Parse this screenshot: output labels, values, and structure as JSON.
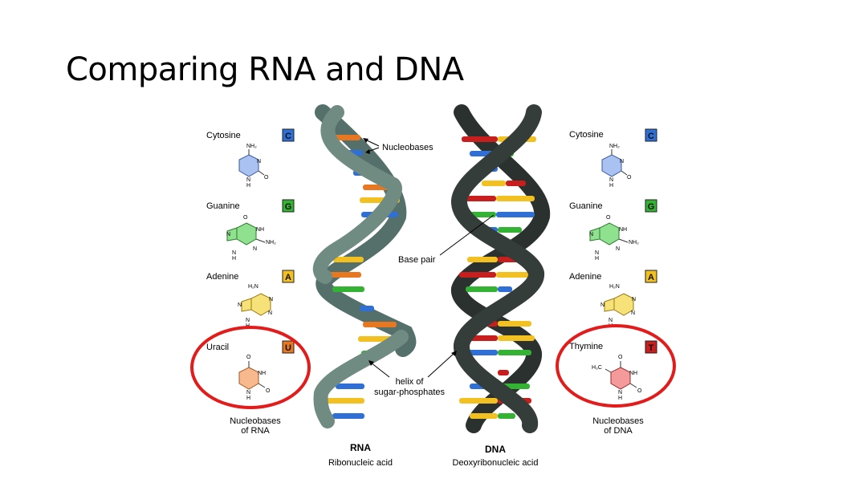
{
  "slide": {
    "title": "Comparing RNA and DNA"
  },
  "colors": {
    "cytosine": "#2f6fd6",
    "guanine": "#33b233",
    "adenine": "#f2c020",
    "uracil": "#e87722",
    "thymine": "#c81e1e",
    "rna_backbone": "#6f8b82",
    "dna_backbone": "#353d3a",
    "highlight_circle": "#e31b1b"
  },
  "left_panel": {
    "caption_line1": "Nucleobases",
    "caption_line2": "of RNA",
    "bases": [
      {
        "name": "Cytosine",
        "letter": "C",
        "atoms": [
          "NH₂",
          "N",
          "N",
          "H",
          "O"
        ]
      },
      {
        "name": "Guanine",
        "letter": "G",
        "atoms": [
          "O",
          "NH",
          "N",
          "N",
          "H",
          "N",
          "NH₂"
        ]
      },
      {
        "name": "Adenine",
        "letter": "A",
        "atoms": [
          "H₂N",
          "N",
          "N",
          "N",
          "N",
          "H"
        ]
      },
      {
        "name": "Uracil",
        "letter": "U",
        "atoms": [
          "O",
          "NH",
          "N",
          "H",
          "O"
        ]
      }
    ]
  },
  "right_panel": {
    "caption_line1": "Nucleobases",
    "caption_line2": "of DNA",
    "bases": [
      {
        "name": "Cytosine",
        "letter": "C",
        "atoms": [
          "NH₂",
          "N",
          "N",
          "H",
          "O"
        ]
      },
      {
        "name": "Guanine",
        "letter": "G",
        "atoms": [
          "O",
          "NH",
          "N",
          "N",
          "H",
          "N",
          "NH₂"
        ]
      },
      {
        "name": "Adenine",
        "letter": "A",
        "atoms": [
          "H₂N",
          "N",
          "N",
          "N",
          "N",
          "H"
        ]
      },
      {
        "name": "Thymine",
        "letter": "T",
        "atoms": [
          "O",
          "H₃C",
          "NH",
          "N",
          "H",
          "O"
        ]
      }
    ]
  },
  "annotations": {
    "nucleobases": "Nucleobases",
    "base_pair": "Base pair",
    "helix_line1": "helix of",
    "helix_line2": "sugar-phosphates"
  },
  "rna": {
    "label": "RNA",
    "sublabel": "Ribonucleic acid"
  },
  "dna": {
    "label": "DNA",
    "sublabel": "Deoxyribonucleic acid"
  }
}
